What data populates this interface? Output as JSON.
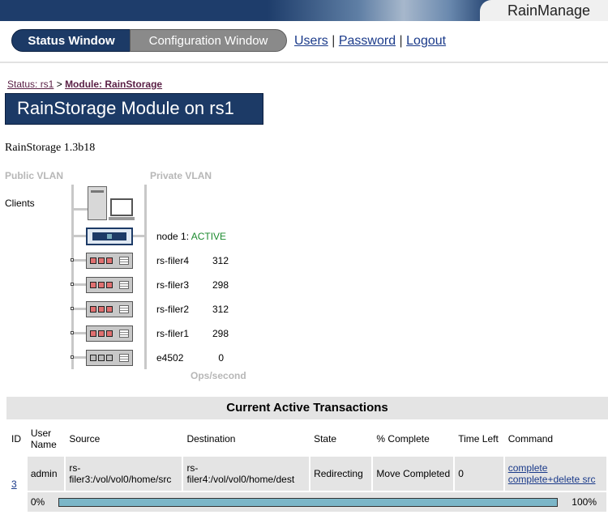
{
  "app": {
    "brand": "RainManage"
  },
  "nav": {
    "status_tab": "Status Window",
    "config_tab": "Configuration Window",
    "users": "Users",
    "password": "Password",
    "logout": "Logout",
    "sep": "|"
  },
  "breadcrumb": {
    "parent": "Status: rs1",
    "sep": ">",
    "current": "Module: RainStorage"
  },
  "page": {
    "title": "RainStorage Module on rs1",
    "version": "RainStorage 1.3b18"
  },
  "diagram": {
    "public_vlan": "Public VLAN",
    "private_vlan": "Private VLAN",
    "clients": "Clients",
    "node": {
      "label": "node 1:",
      "state": "ACTIVE"
    },
    "filers": [
      {
        "name": "rs-filer4",
        "ops": "312"
      },
      {
        "name": "rs-filer3",
        "ops": "298"
      },
      {
        "name": "rs-filer2",
        "ops": "312"
      },
      {
        "name": "rs-filer1",
        "ops": "298"
      },
      {
        "name": "e4502",
        "ops": "0"
      }
    ],
    "ops_label": "Ops/second"
  },
  "transactions": {
    "title": "Current Active Transactions",
    "columns": [
      "ID",
      "User Name",
      "Source",
      "Destination",
      "State",
      "% Complete",
      "Time Left",
      "Command"
    ],
    "rows": [
      {
        "id": "3",
        "user": "admin",
        "source": "rs-filer3:/vol/vol0/home/src",
        "destination": "rs-filer4:/vol/vol0/home/dest",
        "state": "Redirecting",
        "complete": "Move Completed",
        "time_left": "0",
        "cmd_complete": "complete",
        "cmd_complete_delete": "complete+delete src",
        "progress": {
          "min_label": "0%",
          "max_label": "100%",
          "value": 1.0
        }
      }
    ]
  },
  "colors": {
    "navy": "#1c3a66",
    "active": "#1b8a2e",
    "progress": "#7bb6c8"
  }
}
